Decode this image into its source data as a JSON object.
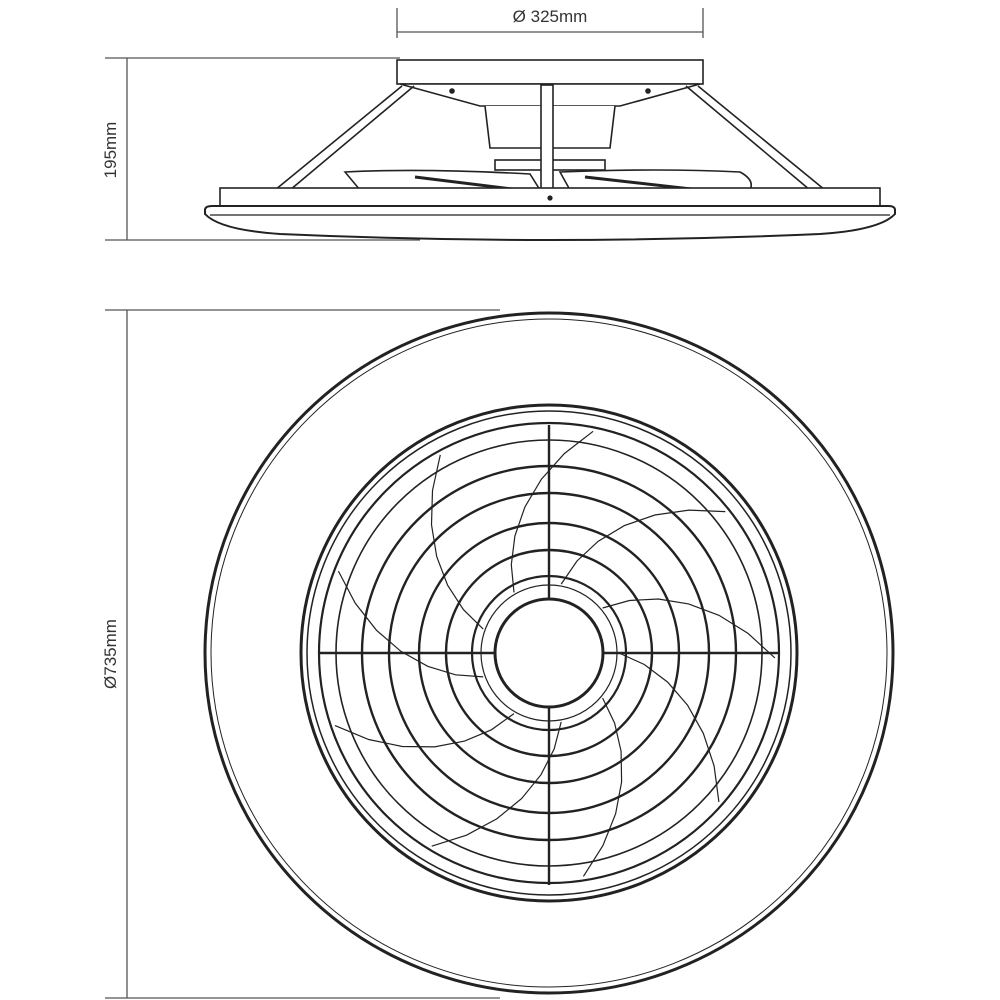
{
  "dimensions": {
    "mount_diameter": "Ø 325mm",
    "height": "195mm",
    "overall_diameter": "Ø735mm"
  },
  "views": [
    "side-elevation",
    "bottom-plan"
  ],
  "colors": {
    "line": "#222222",
    "dim_line": "#555555",
    "background": "#ffffff"
  }
}
